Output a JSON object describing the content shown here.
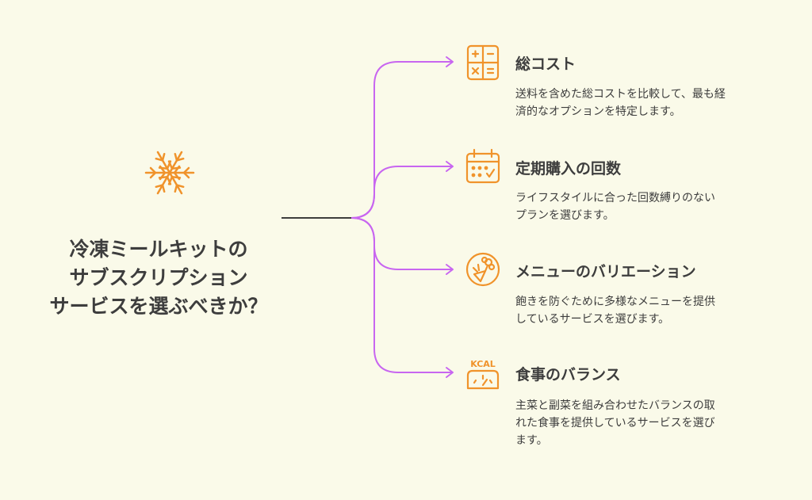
{
  "question": {
    "lines": [
      "冷凍ミールキットの",
      "サブスクリプション",
      "サービスを選ぶべきか？"
    ]
  },
  "colors": {
    "connector": "#c866f0",
    "trunk": "#3d3d3d",
    "icon": "#f0932b",
    "text": "#3d3d3d",
    "background": "#fafae9"
  },
  "central_icon": "snowflake-icon",
  "branches": [
    {
      "icon": "calculator-icon",
      "title": "総コスト",
      "desc_lines": [
        "送料を含めた総コストを比較して、最も経",
        "済的なオプションを特定します。"
      ]
    },
    {
      "icon": "calendar-icon",
      "title": "定期購入の回数",
      "desc_lines": [
        "ライフスタイルに合った回数縛りのない",
        "プランを選びます。"
      ]
    },
    {
      "icon": "vegetables-icon",
      "title": "メニューのバリエーション",
      "desc_lines": [
        "飽きを防ぐために多様なメニューを提供",
        "しているサービスを選びます。"
      ]
    },
    {
      "icon": "kcal-scale-icon",
      "icon_text": "KCAL",
      "title": "食事のバランス",
      "desc_lines": [
        "主菜と副菜を組み合わせたバランスの取",
        "れた食事を提供しているサービスを選び",
        "ます。"
      ]
    }
  ]
}
